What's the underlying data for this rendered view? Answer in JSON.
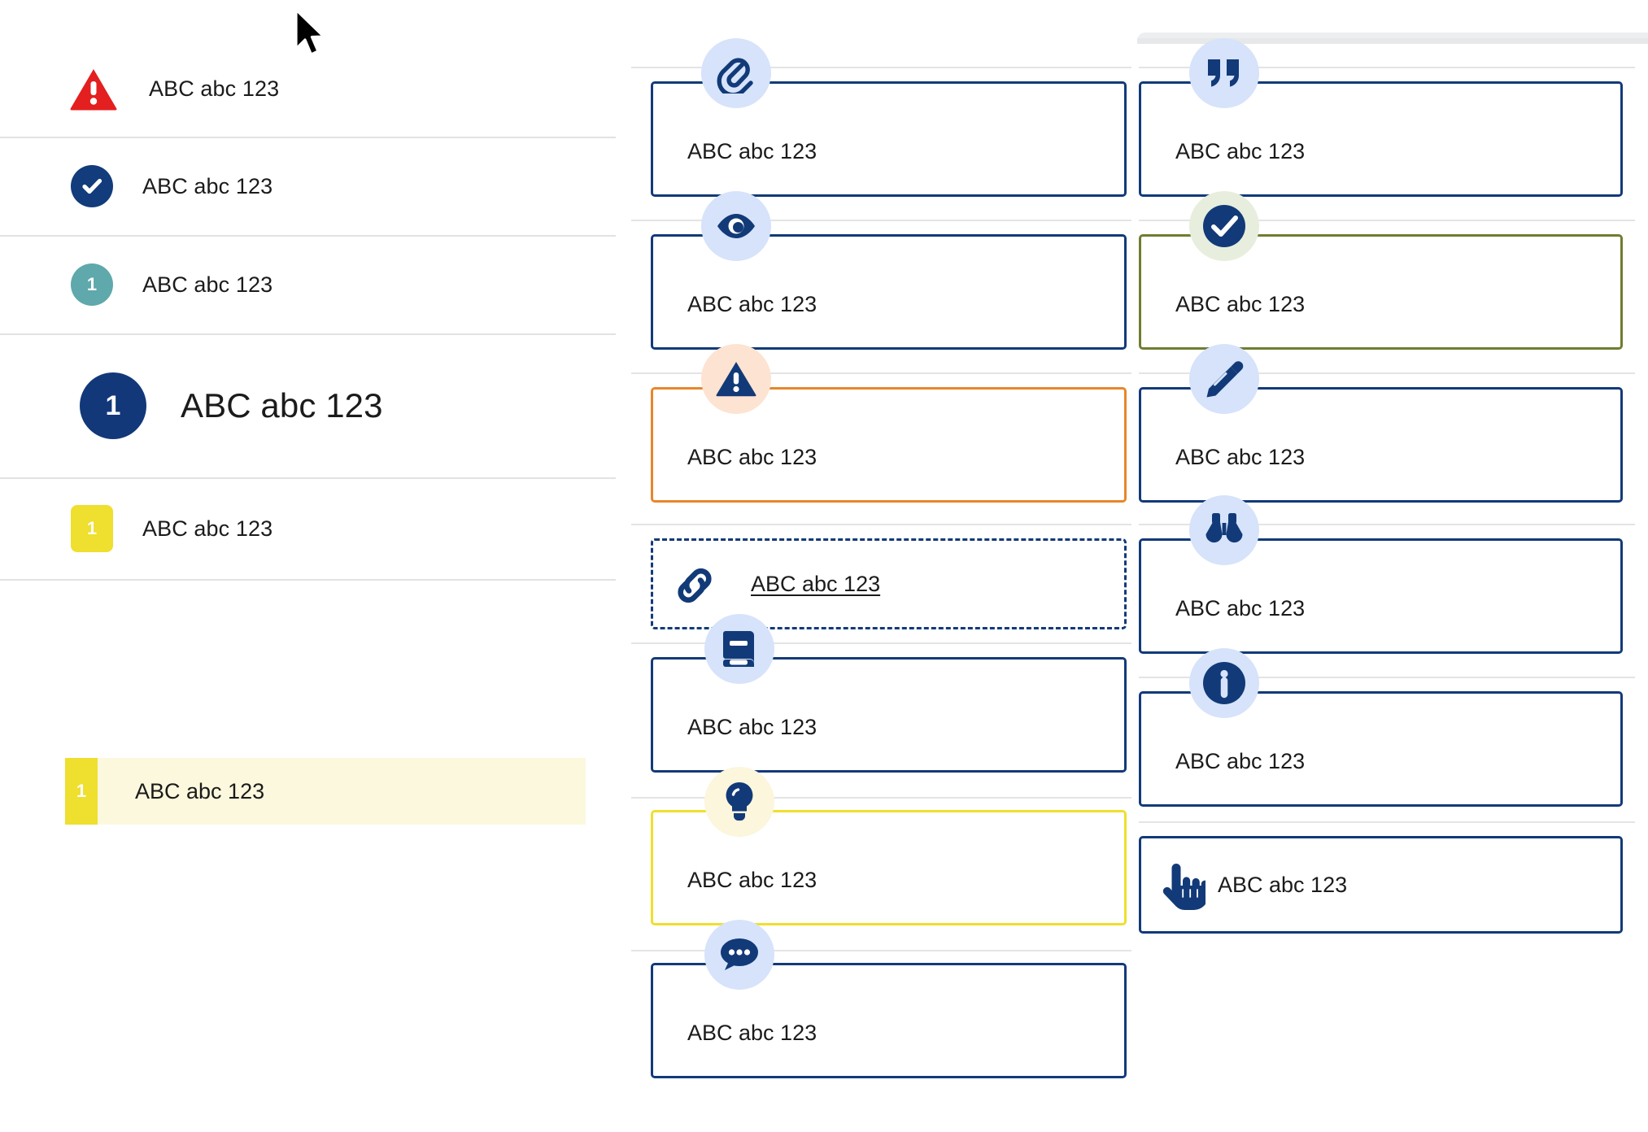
{
  "sample_text": "ABC abc 123",
  "left_panel": {
    "rows": [
      {
        "icon": "warning-triangle-icon",
        "badge_type": "triangle",
        "badge_text": "",
        "label": "ABC abc 123",
        "size": "normal"
      },
      {
        "icon": "check-circle-icon",
        "badge_type": "circle-navy",
        "badge_text": "",
        "label": "ABC abc 123",
        "size": "normal"
      },
      {
        "icon": "number-badge-teal",
        "badge_type": "circle-teal",
        "badge_text": "1",
        "label": "ABC abc 123",
        "size": "normal"
      },
      {
        "icon": "number-badge-navy-large",
        "badge_type": "circle-navy-large",
        "badge_text": "1",
        "label": "ABC abc 123",
        "size": "large"
      },
      {
        "icon": "number-badge-yellow",
        "badge_type": "square-yellow",
        "badge_text": "1",
        "label": "ABC abc 123",
        "size": "normal"
      }
    ],
    "highlight_row": {
      "badge_text": "1",
      "label": "ABC abc 123"
    }
  },
  "middle_column": {
    "cards": [
      {
        "icon": "paperclip-icon",
        "bubble": "blue",
        "border": "navy",
        "style": "solid",
        "label": "ABC abc 123"
      },
      {
        "icon": "eye-icon",
        "bubble": "blue",
        "border": "navy",
        "style": "solid",
        "label": "ABC abc 123"
      },
      {
        "icon": "warning-triangle-icon",
        "bubble": "peach",
        "border": "orange",
        "style": "solid",
        "label": "ABC abc 123"
      },
      {
        "icon": "link-chain-icon",
        "bubble": "none",
        "border": "navy",
        "style": "dashed",
        "label": "ABC abc 123",
        "underline": true
      },
      {
        "icon": "book-icon",
        "bubble": "blue",
        "border": "navy",
        "style": "solid",
        "label": "ABC abc 123"
      },
      {
        "icon": "lightbulb-icon",
        "bubble": "cream",
        "border": "yellow",
        "style": "solid",
        "label": "ABC abc 123"
      },
      {
        "icon": "chat-bubble-icon",
        "bubble": "blue",
        "border": "navy",
        "style": "solid",
        "label": "ABC abc 123"
      }
    ]
  },
  "right_column": {
    "cards": [
      {
        "icon": "quote-marks-icon",
        "bubble": "blue",
        "border": "navy",
        "style": "solid",
        "label": "ABC abc 123"
      },
      {
        "icon": "check-circle-icon",
        "bubble": "mint",
        "border": "olive",
        "style": "solid",
        "label": "ABC abc 123"
      },
      {
        "icon": "pencil-icon",
        "bubble": "blue",
        "border": "navy",
        "style": "solid",
        "label": "ABC abc 123"
      },
      {
        "icon": "binoculars-icon",
        "bubble": "blue",
        "border": "navy",
        "style": "solid",
        "label": "ABC abc 123"
      },
      {
        "icon": "info-circle-icon",
        "bubble": "blue",
        "border": "navy",
        "style": "solid",
        "label": "ABC abc 123"
      },
      {
        "icon": "pointing-hand-icon",
        "bubble": "none",
        "border": "navy",
        "style": "solid",
        "label": "ABC abc 123",
        "inline": true
      }
    ]
  },
  "colors": {
    "navy": "#123a78",
    "red": "#e31f1f",
    "orange": "#e8862a",
    "olive": "#6f7d30",
    "yellow": "#efdf2e",
    "teal": "#5fa8ab",
    "bubble_blue": "#d6e3fa",
    "bubble_peach": "#fde3d1",
    "bubble_mint": "#e8eedd",
    "bubble_cream": "#fbf6dc",
    "highlight_bg": "#fbf8dd",
    "divider": "#e4e4e4"
  }
}
